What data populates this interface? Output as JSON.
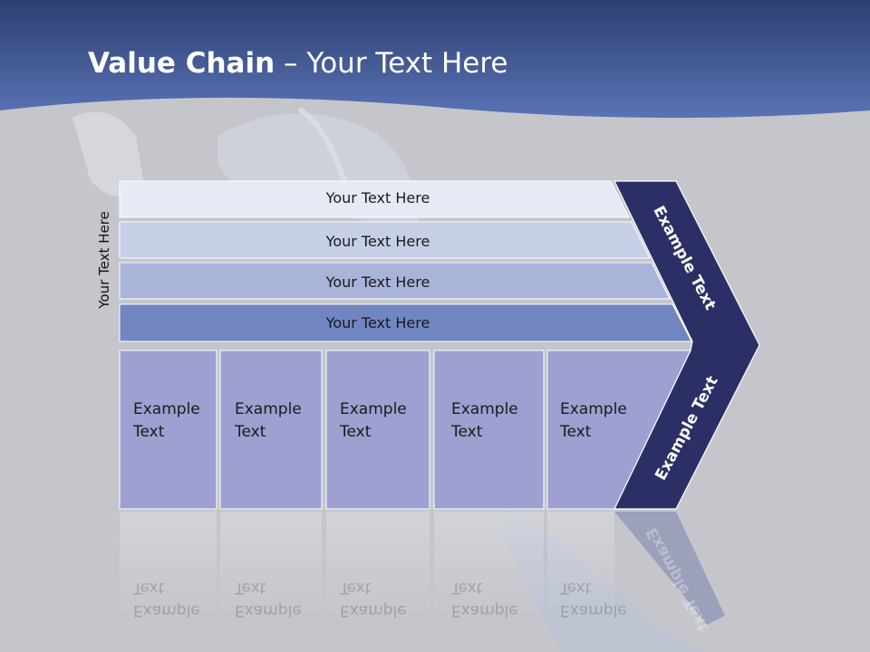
{
  "slide": {
    "title_bold": "Value Chain",
    "title_rest": " – Your Text Here",
    "side_label": "Your Text Here",
    "bars": [
      "Your Text Here",
      "Your Text Here",
      "Your Text Here",
      "Your Text Here"
    ],
    "boxes": [
      {
        "line1": "Example",
        "line2": "Text"
      },
      {
        "line1": "Example",
        "line2": "Text"
      },
      {
        "line1": "Example",
        "line2": "Text"
      },
      {
        "line1": "Example",
        "line2": "Text"
      },
      {
        "line1": "Example",
        "line2": "Text"
      }
    ],
    "chevron_upper": "Example Text",
    "chevron_lower": "Example Text"
  },
  "colors": {
    "header_blue": "#4a62a3",
    "chevron_navy": "#2c2f66",
    "box_lavender": "#9da0d0",
    "bar_1": "#e6eaf5",
    "bar_2": "#c6cfe6",
    "bar_3": "#a9b4d9",
    "bar_4": "#7186c1"
  }
}
